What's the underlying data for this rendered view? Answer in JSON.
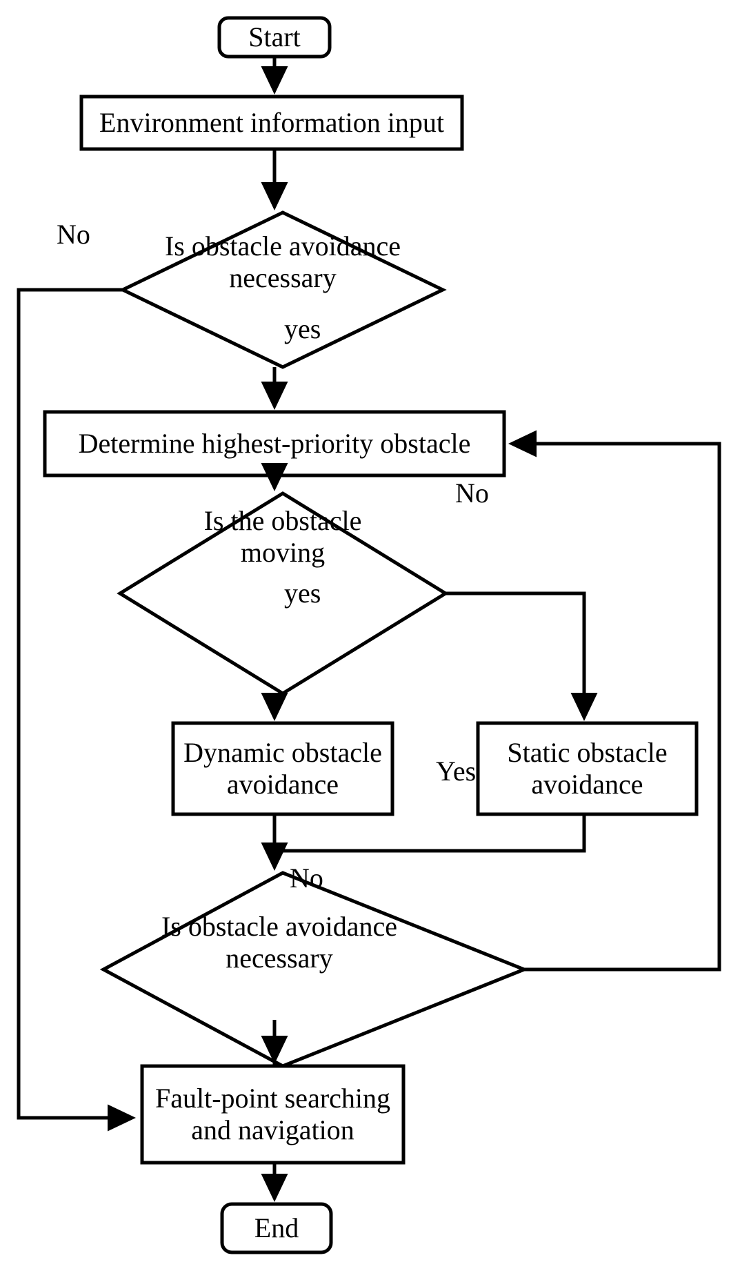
{
  "diagram": {
    "title": "Obstacle avoidance and fault-point navigation flowchart",
    "type": "flowchart",
    "background_color": "#ffffff",
    "line_color": "#000000",
    "text_color": "#000000",
    "nodes": [
      {
        "id": "start",
        "shape": "terminator",
        "label": "Start"
      },
      {
        "id": "env_input",
        "shape": "process",
        "label": "Environment information input"
      },
      {
        "id": "decision1",
        "shape": "decision",
        "label": "Is obstacle avoidance\nnecessary"
      },
      {
        "id": "determine",
        "shape": "process",
        "label": "Determine highest-priority obstacle"
      },
      {
        "id": "decision2",
        "shape": "decision",
        "label": "Is the obstacle\nmoving"
      },
      {
        "id": "dynamic",
        "shape": "process",
        "label": "Dynamic obstacle\navoidance"
      },
      {
        "id": "static",
        "shape": "process",
        "label": "Static obstacle\navoidance"
      },
      {
        "id": "decision3",
        "shape": "decision",
        "label": "Is obstacle avoidance\nnecessary"
      },
      {
        "id": "fault",
        "shape": "process",
        "label": "Fault-point searching\nand navigation"
      },
      {
        "id": "end",
        "shape": "terminator",
        "label": "End"
      }
    ],
    "branch_labels": {
      "decision1_no": "No",
      "decision1_yes": "yes",
      "decision2_no": "No",
      "decision2_yes": "yes",
      "decision3_yes": "Yes",
      "decision3_no": "No"
    },
    "edges": [
      {
        "from": "start",
        "to": "env_input",
        "label": ""
      },
      {
        "from": "env_input",
        "to": "decision1",
        "label": ""
      },
      {
        "from": "decision1",
        "to": "fault",
        "label": "No"
      },
      {
        "from": "decision1",
        "to": "determine",
        "label": "yes"
      },
      {
        "from": "determine",
        "to": "decision2",
        "label": ""
      },
      {
        "from": "decision2",
        "to": "dynamic",
        "label": "yes"
      },
      {
        "from": "decision2",
        "to": "static",
        "label": "No"
      },
      {
        "from": "dynamic",
        "to": "decision3",
        "label": ""
      },
      {
        "from": "static",
        "to": "decision3",
        "label": ""
      },
      {
        "from": "decision3",
        "to": "determine",
        "label": "Yes"
      },
      {
        "from": "decision3",
        "to": "fault",
        "label": "No"
      },
      {
        "from": "fault",
        "to": "end",
        "label": ""
      }
    ]
  }
}
